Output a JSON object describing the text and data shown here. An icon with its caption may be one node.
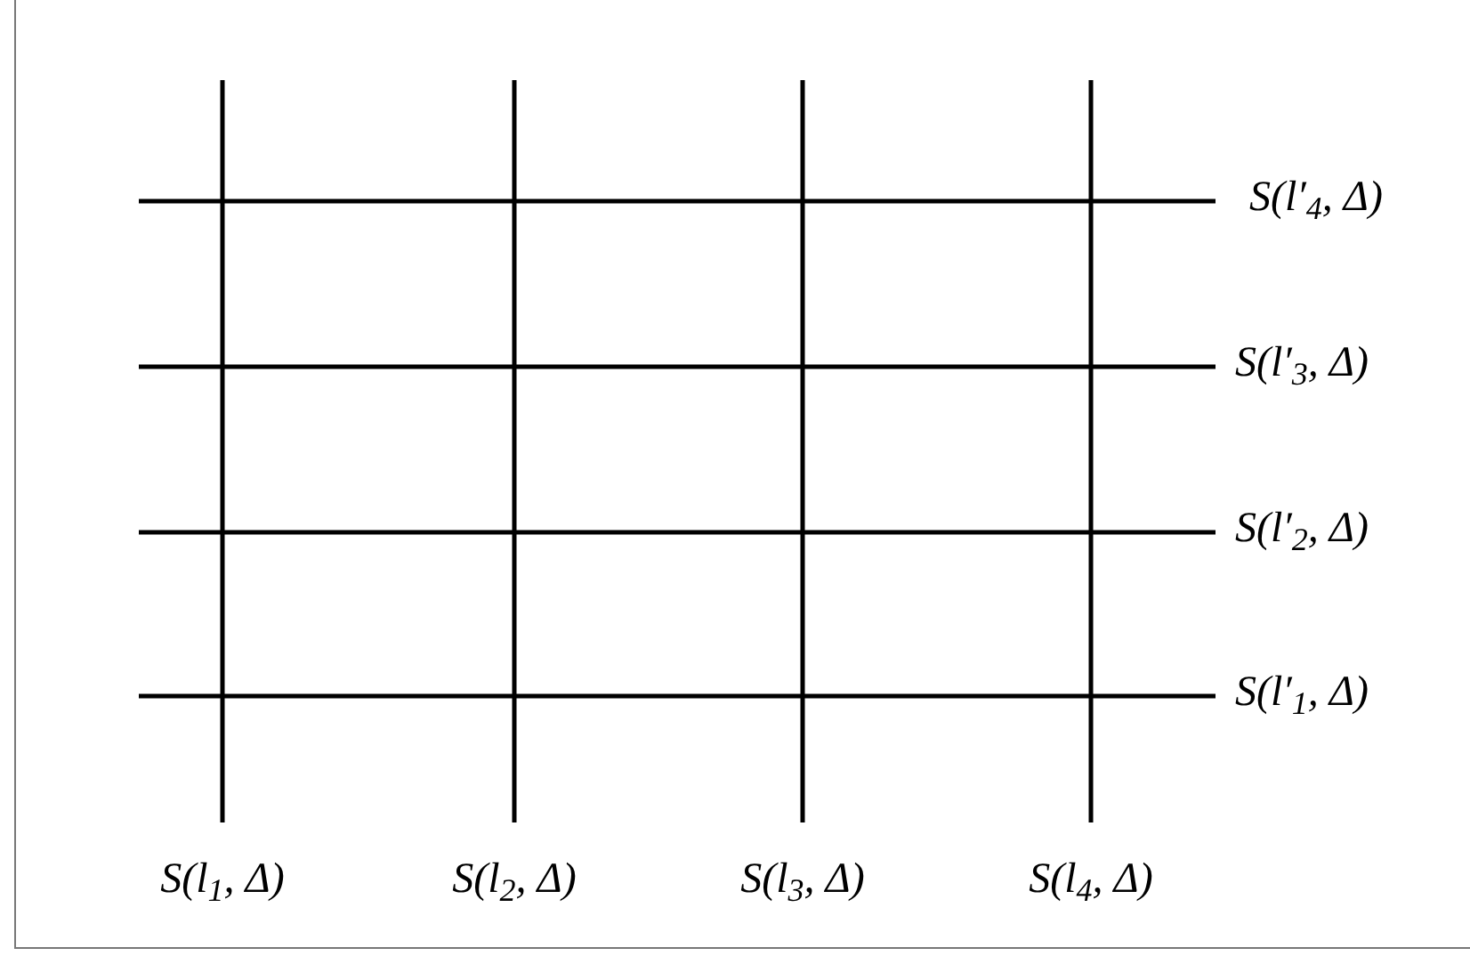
{
  "diagram": {
    "labels": [
      "S(l′$_{4}$, Δ)",
      "S(l′$_{3}$, Δ)",
      "S(l′$_{2}$, Δ)",
      "S(l′$_{1}$, Δ)",
      "S(l$_{1}$, Δ)",
      "S(l$_{2}$, Δ)",
      "S(l$_{3}$, Δ)",
      "S(l$_{4}$, Δ)"
    ]
  }
}
